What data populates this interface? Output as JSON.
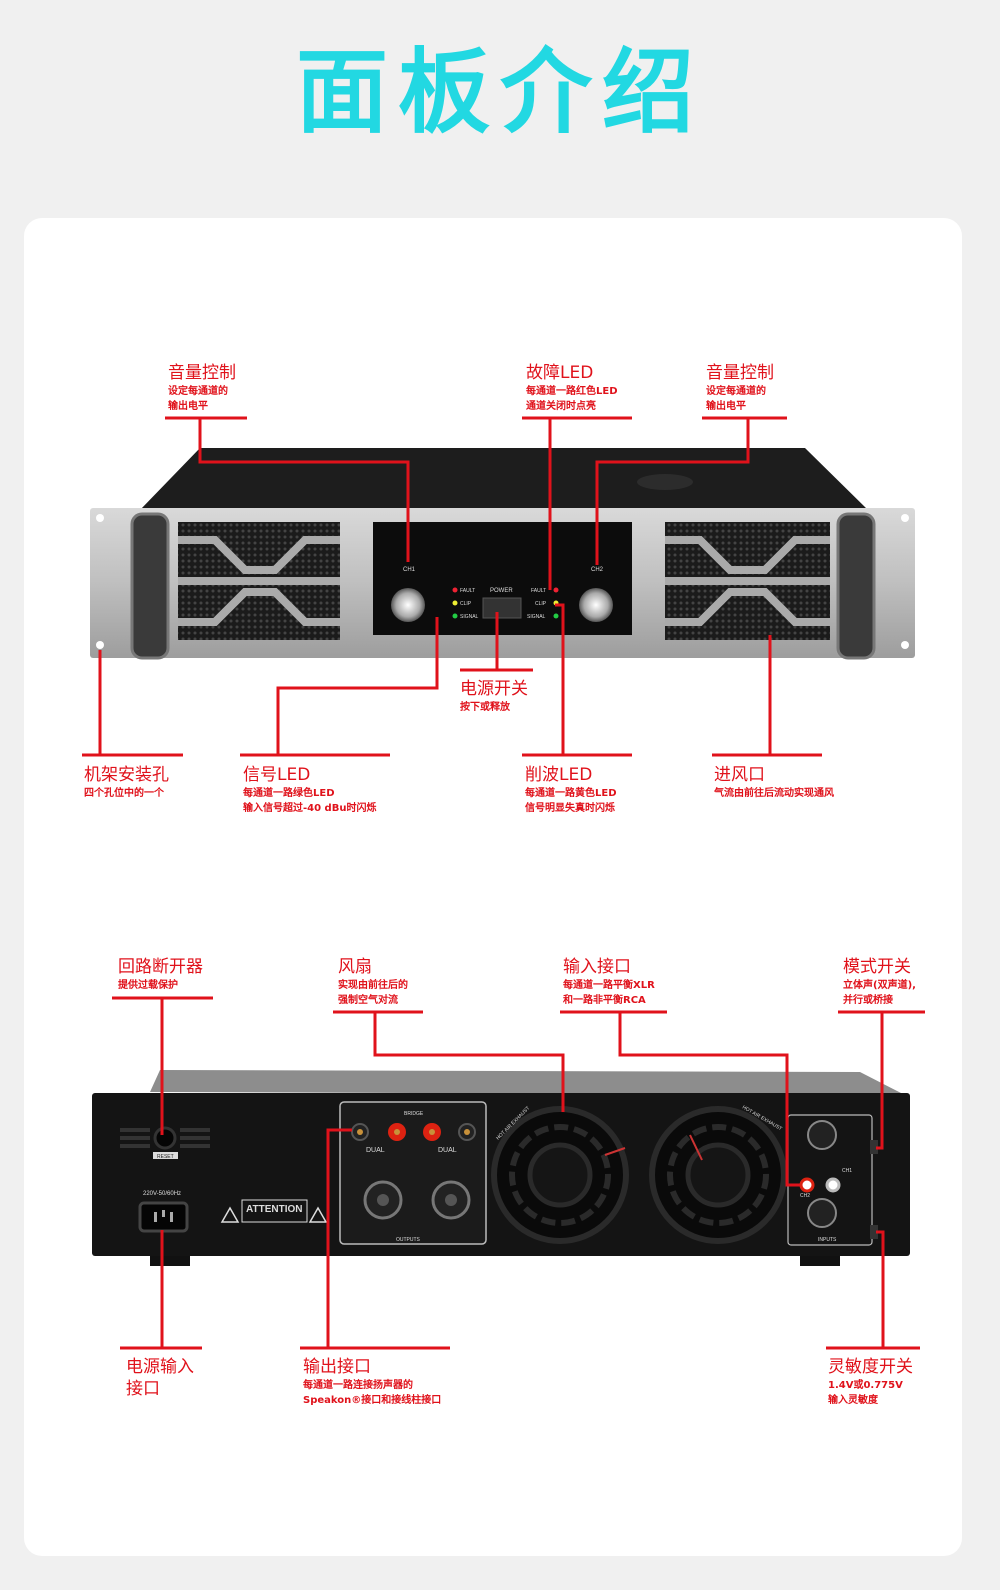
{
  "page_title": "面板介绍",
  "front": {
    "callouts": [
      {
        "title": "音量控制",
        "lines": [
          "设定每通道的",
          "输出电平"
        ]
      },
      {
        "title": "故障LED",
        "lines": [
          "每通道一路红色LED",
          "通道关闭时点亮"
        ]
      },
      {
        "title": "音量控制",
        "lines": [
          "设定每通道的",
          "输出电平"
        ]
      },
      {
        "title": "电源开关",
        "lines": [
          "按下或释放"
        ]
      },
      {
        "title": "机架安装孔",
        "lines": [
          "四个孔位中的一个"
        ]
      },
      {
        "title": "信号LED",
        "lines": [
          "每通道一路绿色LED",
          "输入信号超过-40 dBu时闪烁"
        ]
      },
      {
        "title": "削波LED",
        "lines": [
          "每通道一路黄色LED",
          "信号明显失真时闪烁"
        ]
      },
      {
        "title": "进风口",
        "lines": [
          "气流由前往后流动实现通风"
        ]
      }
    ],
    "device": {
      "ch1": "CH1",
      "ch2": "CH2",
      "power": "POWER",
      "fault": "FAULT",
      "clip": "CLIP",
      "signal": "SIGNAL"
    }
  },
  "rear": {
    "callouts": [
      {
        "title": "回路断开器",
        "lines": [
          "提供过载保护"
        ]
      },
      {
        "title": "风扇",
        "lines": [
          "实现由前往后的",
          "强制空气对流"
        ]
      },
      {
        "title": "输入接口",
        "lines": [
          "每通道一路平衡XLR",
          "和一路非平衡RCA"
        ]
      },
      {
        "title": "模式开关",
        "lines": [
          "立体声(双声道),",
          "并行或桥接"
        ]
      },
      {
        "title": "电源输入",
        "title2": "接口",
        "lines": []
      },
      {
        "title": "输出接口",
        "lines": [
          "每通道一路连接扬声器的",
          "Speakon®接口和接线柱接口"
        ]
      },
      {
        "title": "灵敏度开关",
        "lines": [
          "1.4V或0.775V",
          "输入灵敏度"
        ]
      }
    ],
    "device": {
      "reset": "RESET",
      "voltage": "220V-50/60Hz",
      "attention": "ATTENTION",
      "dual": "DUAL",
      "bridge": "BRIDGE",
      "outputs": "OUTPUTS",
      "inputs": "INPUTS",
      "exhaust": "HOT AIR EXHAUST",
      "ch1": "CH1",
      "ch2": "CH2"
    }
  },
  "colors": {
    "title": "#22d8e2",
    "callout": "#e0121b",
    "background": "#f0f0f0"
  }
}
